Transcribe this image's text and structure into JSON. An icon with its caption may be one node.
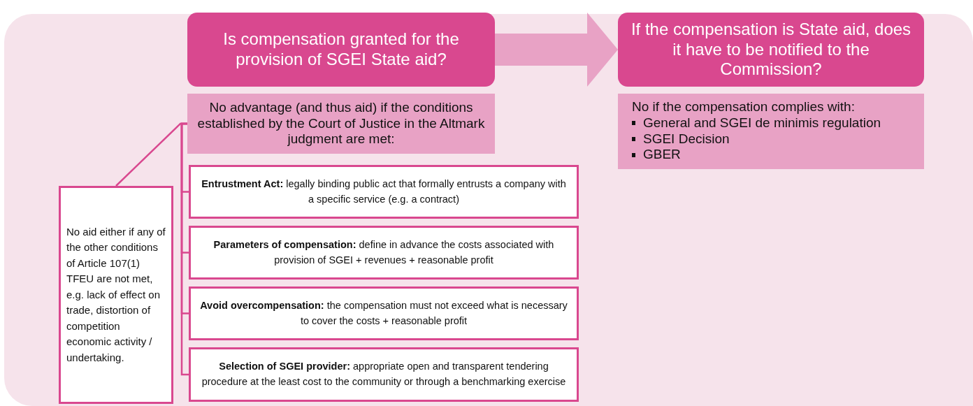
{
  "diagram": {
    "nodes": [
      {
        "text": [
          "Is compensation granted for the provision of SGEI State aid?"
        ]
      },
      {
        "text": [
          "No advantage (and thus aid) if the conditions established by the Court of Justice in the Altmark judgment are met:"
        ]
      },
      {
        "text": [
          "**Entrustment Act:** legally binding public act that formally entrusts a company with a specific service (e.g. a contract)"
        ]
      },
      {
        "text": [
          "**Parameters of compensation:** define in advance the costs associated with provision of SGEI + revenues + reasonable profit"
        ]
      },
      {
        "text": [
          "**Avoid overcompensation:** the compensation must not exceed what is necessary to cover the costs + reasonable profit"
        ]
      },
      {
        "text": [
          "**Selection of SGEI provider:** appropriate open and transparent tendering procedure at the least cost to the community or through a benchmarking exercise"
        ]
      },
      {
        "text": [
          "No aid either if any of the other conditions of Article 107(1) TFEU are not met, e.g. lack of effect on trade, distortion of competition economic activity / undertaking."
        ]
      },
      {
        "text": [
          "If the compensation is State aid, does it have to be notified to the Commission?"
        ]
      },
      {
        "text": [
          "No if the compensation complies with:",
          "General and SGEI de minimis regulation",
          "SGEI Decision",
          "GBER"
        ]
      }
    ],
    "edges": [
      {
        "from": 1,
        "to": 2,
        "arrow": "none"
      },
      {
        "from": 1,
        "to": 3,
        "arrow": "none"
      },
      {
        "from": 1,
        "to": 4,
        "arrow": "none"
      },
      {
        "from": 1,
        "to": 5,
        "arrow": "none"
      },
      {
        "from": 6,
        "to": 1,
        "arrow": "none"
      },
      {
        "from": 0,
        "to": 7,
        "arrow": "to",
        "style": "thick",
        "color": "#e8a2c5"
      }
    ]
  }
}
